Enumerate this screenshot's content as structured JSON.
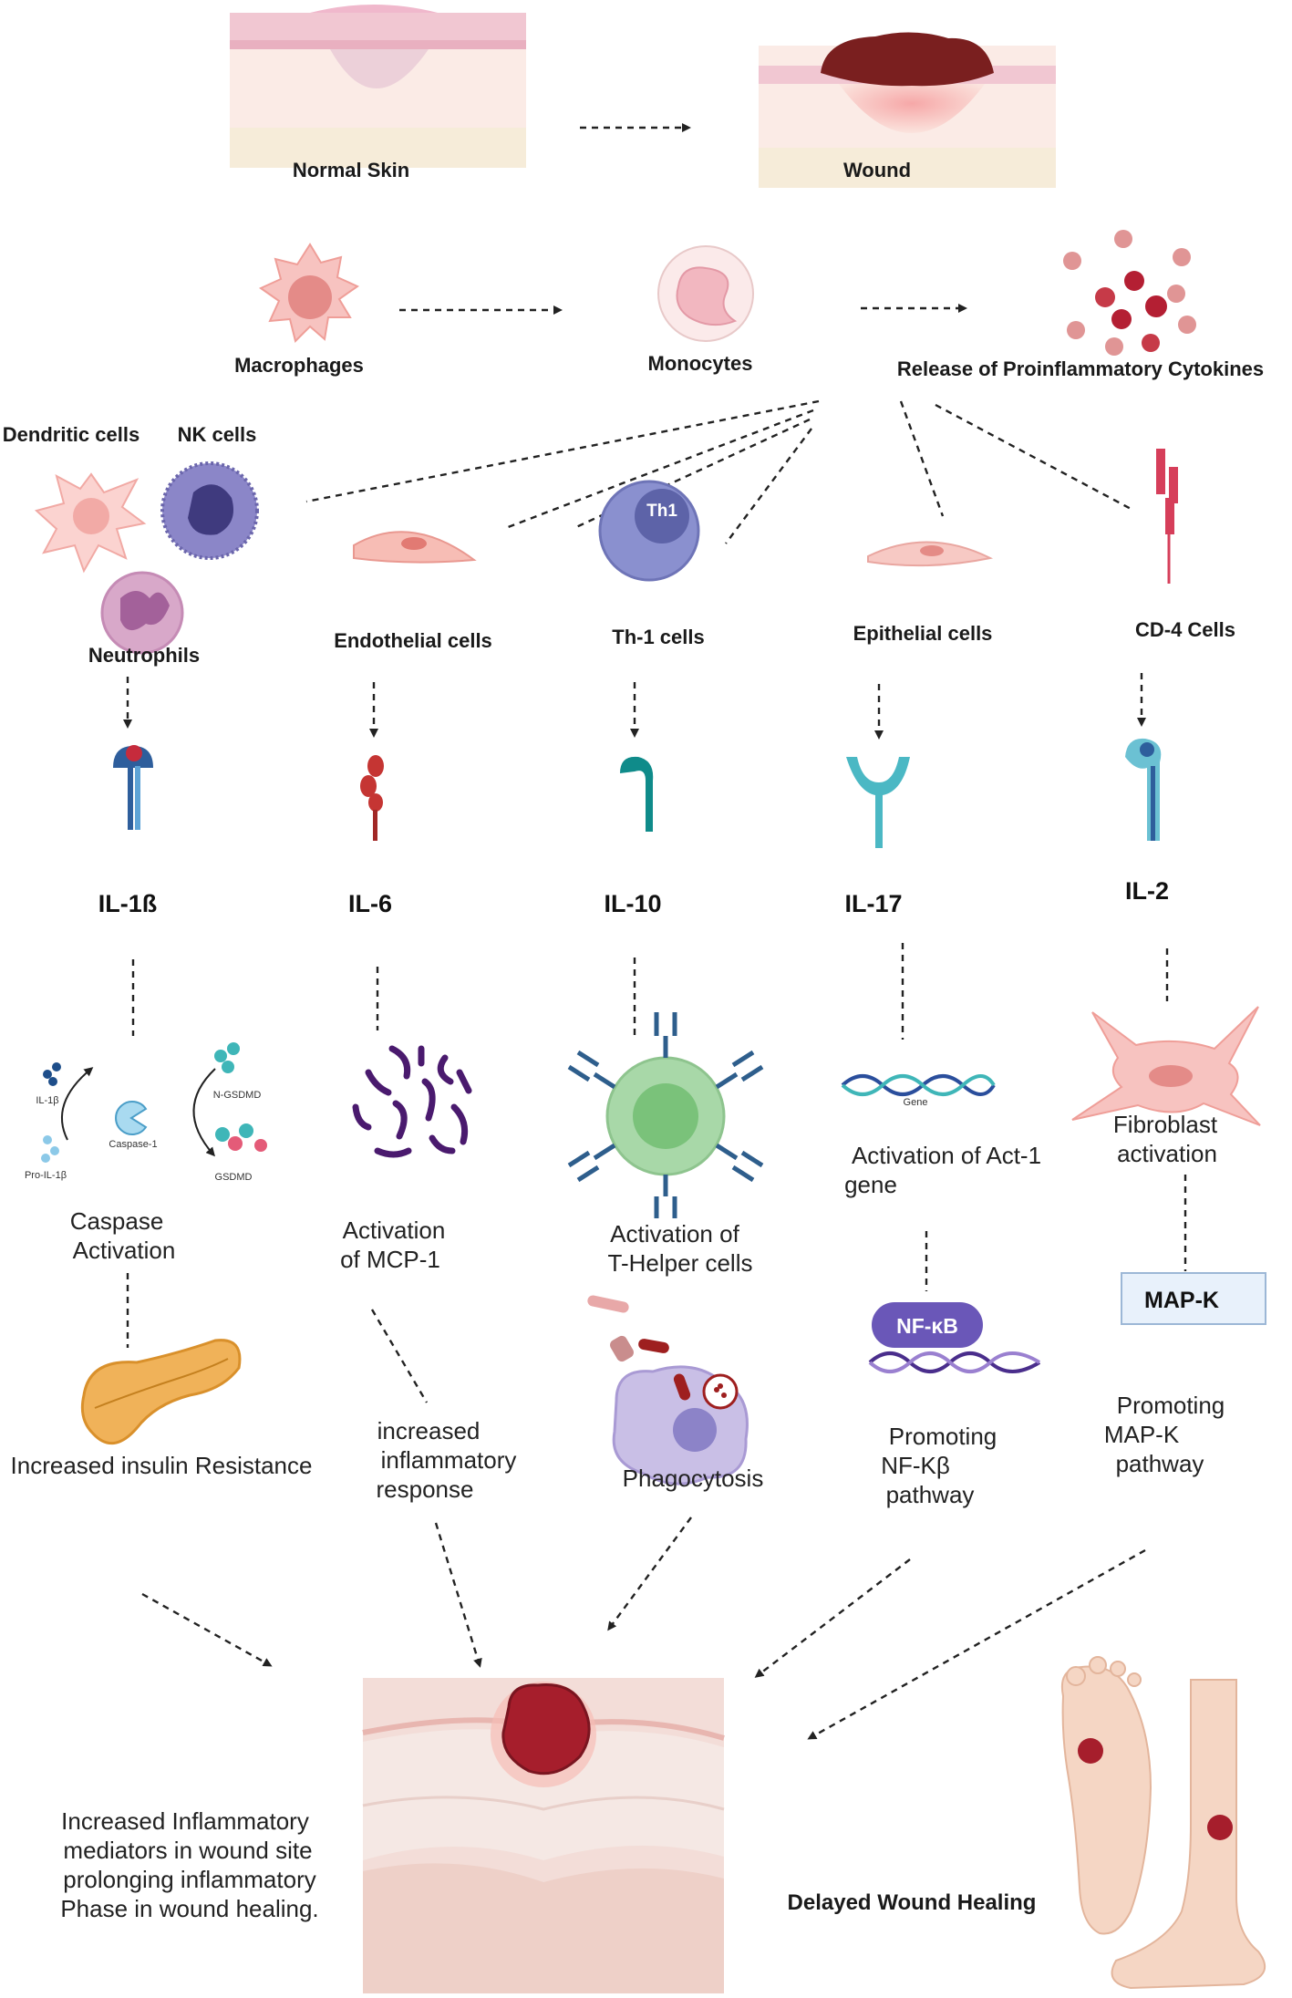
{
  "top": {
    "normal_skin": "Normal Skin",
    "wound": "Wound"
  },
  "cells_row1": {
    "macrophages": "Macrophages",
    "monocytes": "Monocytes",
    "cytokines": "Release of Proinflammatory Cytokines"
  },
  "cells_row2": {
    "dendritic": "Dendritic cells",
    "nk": "NK cells",
    "neutrophils": "Neutrophils",
    "endothelial": "Endothelial cells",
    "th1": "Th-1 cells",
    "th1_badge": "Th1",
    "epithelial": "Epithelial cells",
    "cd4": "CD-4 Cells"
  },
  "interleukins": [
    "IL-1ß",
    "IL-6",
    "IL-10",
    "IL-17",
    "IL-2"
  ],
  "effects": {
    "caspase": [
      "Caspase",
      "Activation"
    ],
    "caspase_diagram": {
      "il1b": "IL-1β",
      "pro_il1b": "Pro-IL-1β",
      "caspase1": "Caspase-1",
      "ngsdmd": "N-GSDMD",
      "gsdmd": "GSDMD"
    },
    "mcp": [
      "Activation",
      "of MCP-1"
    ],
    "thelper": [
      "Activation of",
      "T-Helper cells"
    ],
    "act1": [
      "Activation of Act-1",
      "gene"
    ],
    "gene_label": "Gene",
    "fibroblast": [
      "Fibroblast",
      "activation"
    ]
  },
  "outcomes": {
    "insulin": "Increased insulin Resistance",
    "inflammatory": [
      "increased",
      "inflammatory",
      "response"
    ],
    "phagocytosis": "Phagocytosis",
    "nfkb_badge": "NF-κB",
    "nfkb": [
      "Promoting",
      "NF-Kβ",
      "pathway"
    ],
    "mapk_box": "MAP-K",
    "mapk": [
      "Promoting",
      "MAP-K",
      "pathway"
    ]
  },
  "bottom": {
    "mediators": [
      "Increased Inflammatory",
      "mediators in wound site",
      "prolonging inflammatory",
      "Phase in wound healing."
    ],
    "delayed": "Delayed Wound Healing"
  }
}
